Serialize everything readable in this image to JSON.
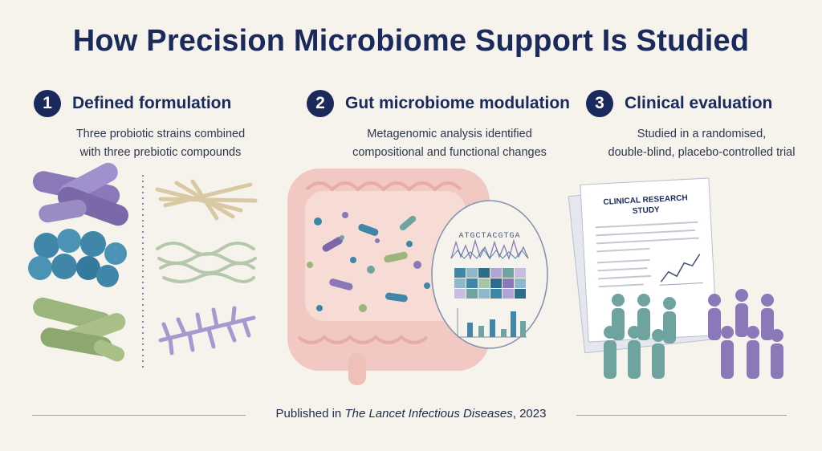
{
  "title": "How Precision Microbiome Support Is Studied",
  "steps": [
    {
      "number": "1",
      "title": "Defined formulation",
      "line1": "Three probiotic strains combined",
      "line2": "with three prebiotic compounds"
    },
    {
      "number": "2",
      "title": "Gut microbiome modulation",
      "line1": "Metagenomic analysis identified",
      "line2": "compositional and functional changes"
    },
    {
      "number": "3",
      "title": "Clinical evaluation",
      "line1": "Studied in a randomised,",
      "line2": "double-blind, placebo-controlled trial"
    }
  ],
  "dna_sequence": "ATGCTACGTGA",
  "doc_title_1": "CLINICAL RESEARCH",
  "doc_title_2": "STUDY",
  "footer": {
    "prefix": "Published in ",
    "journal": "The Lancet Infectious Diseases",
    "suffix": ", 2023"
  },
  "colors": {
    "navy": "#1b2a5c",
    "purple": "#8a78b8",
    "blue": "#3f86a8",
    "green": "#9bb57c",
    "teal": "#6fa3a0",
    "pink": "#f0c8c2"
  }
}
